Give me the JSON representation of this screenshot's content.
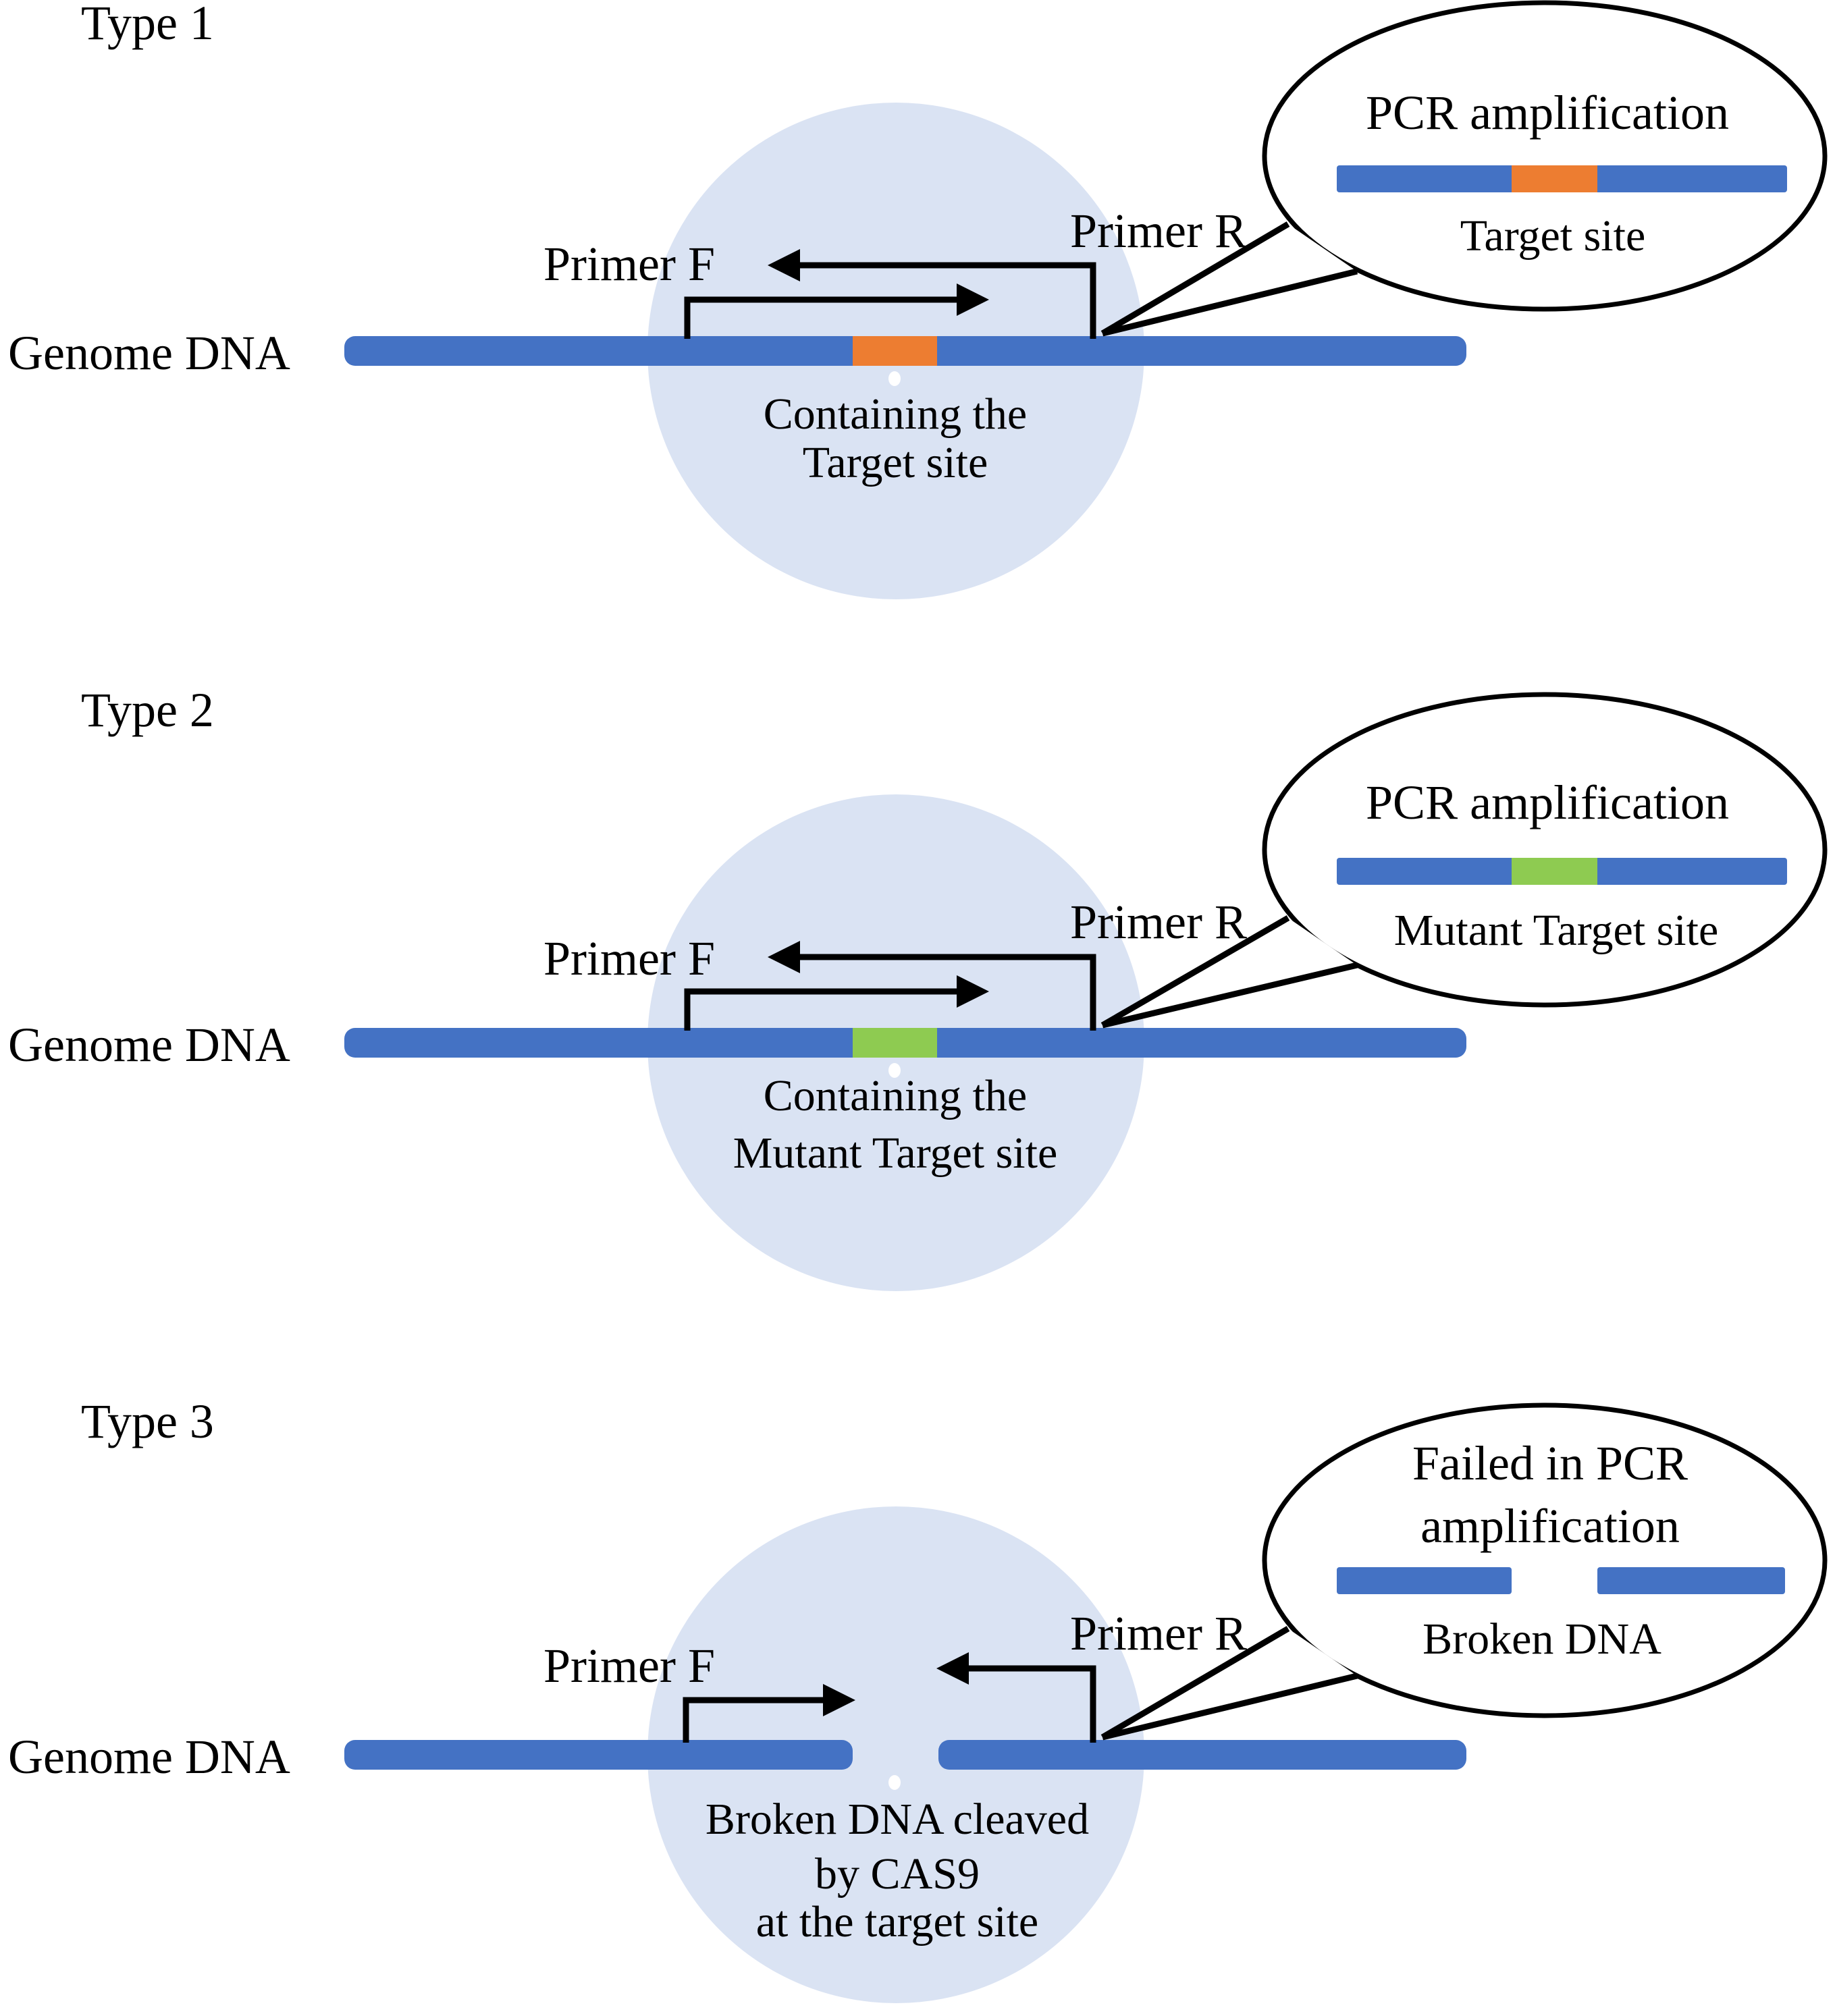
{
  "figure": {
    "background": "#FFFFFF",
    "colors": {
      "dna_bar": "#4472C4",
      "target_site_segment": "#ED7D31",
      "mutant_segment": "#8ECB51",
      "highlight_circle": "#DAE3F3",
      "cut_gap": "#FFFFFF",
      "outline": "#000000"
    },
    "panels": [
      {
        "type_label": "Type 1",
        "genome_label": "Genome DNA",
        "primer_f_label": "Primer F",
        "primer_r_label": "Primer R",
        "circle_caption_lines": [
          "Containing the",
          "Target site"
        ],
        "bubble_title_lines": [
          "PCR amplification"
        ],
        "bubble_caption": "Target site"
      },
      {
        "type_label": "Type 2",
        "genome_label": "Genome DNA",
        "primer_f_label": "Primer F",
        "primer_r_label": "Primer R",
        "circle_caption_lines": [
          "Containing the",
          "Mutant Target site"
        ],
        "bubble_title_lines": [
          "PCR amplification"
        ],
        "bubble_caption": "Mutant Target site"
      },
      {
        "type_label": "Type 3",
        "genome_label": "Genome DNA",
        "primer_f_label": "Primer F",
        "primer_r_label": "Primer R",
        "circle_caption_lines": [
          "Broken DNA cleaved",
          "by CAS9",
          "at the target site"
        ],
        "bubble_title_lines": [
          "Failed in PCR",
          "amplification"
        ],
        "bubble_caption": "Broken DNA"
      }
    ]
  }
}
